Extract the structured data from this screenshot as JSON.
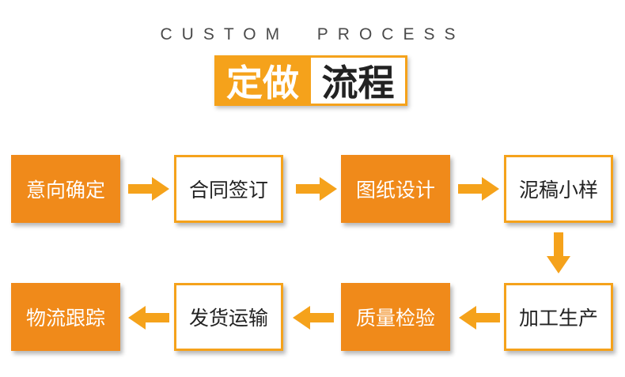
{
  "header": {
    "subtitle": "CUSTOM  PROCESS",
    "title_left": "定做",
    "title_right": "流程"
  },
  "steps": [
    {
      "label": "意向确定",
      "style": "filled"
    },
    {
      "label": "合同签订",
      "style": "outline"
    },
    {
      "label": "图纸设计",
      "style": "filled"
    },
    {
      "label": "泥稿小样",
      "style": "outline"
    },
    {
      "label": "加工生产",
      "style": "outline"
    },
    {
      "label": "质量检验",
      "style": "filled"
    },
    {
      "label": "发货运输",
      "style": "outline"
    },
    {
      "label": "物流跟踪",
      "style": "filled"
    }
  ],
  "colors": {
    "accent": "#f08a1a",
    "accent_light": "#f5a21b",
    "text_dark": "#222222",
    "subtitle_gray": "#4a4a4a"
  },
  "icons": {
    "flow_arrow": "arrow-icon"
  }
}
